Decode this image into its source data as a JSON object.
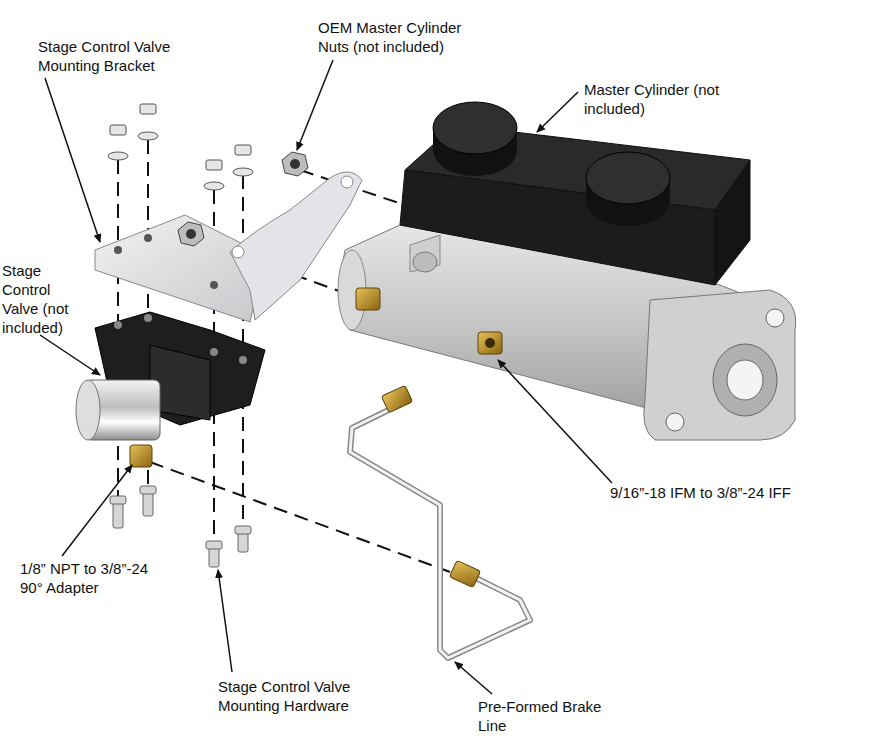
{
  "diagram": {
    "labels": [
      "Stage Control Valve Mounting Bracket",
      "OEM Master Cylinder Nuts (not included)",
      "Master Cylinder (not included)",
      "Stage Control Valve (not included)",
      "9/16”-18 IFM to 3/8”-24 IFF",
      "1/8” NPT to 3/8”-24 90° Adapter",
      "Stage Control Valve Mounting Hardware",
      "Pre-Formed Brake Line"
    ]
  }
}
